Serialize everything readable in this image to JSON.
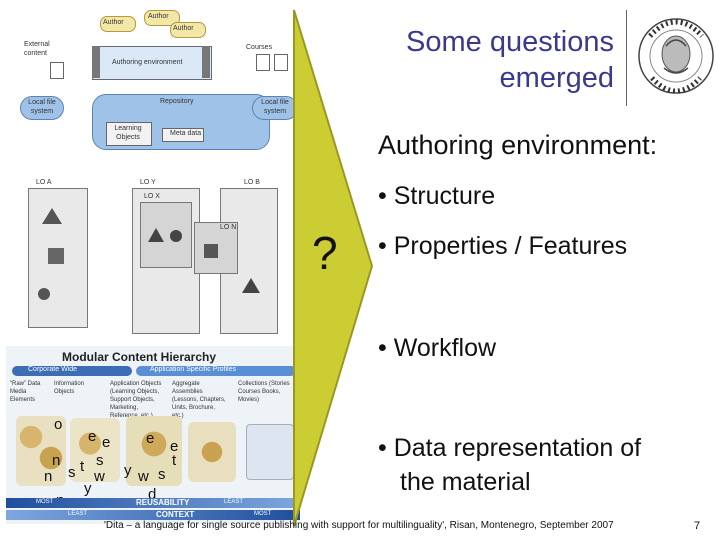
{
  "slide": {
    "title_line1": "Some questions",
    "title_line2": "emerged",
    "heading": "Authoring environment:",
    "question_mark": "?",
    "bullets": [
      "• Structure",
      "• Properties / Features",
      "• Workflow",
      "• Data representation of",
      "the material"
    ],
    "footer": "'Dita – a language for single source publishing with support for multilinguality', Risan, Montenegro, September 2007",
    "page_number": "7"
  },
  "diagram_top": {
    "author_labels": [
      "Author",
      "Author",
      "Author"
    ],
    "external_content": "External content",
    "courses": "Courses",
    "authoring_env": "Authoring environment",
    "local_file_left": "Local file system",
    "local_file_right": "Local file system",
    "repository": "Repository",
    "learning_objects": "Learning Objects",
    "meta_data": "Meta data"
  },
  "diagram_lo": {
    "labels": [
      "LO A",
      "LO Y",
      "LO B",
      "LO X",
      "LO N"
    ]
  },
  "diagram_hierarchy": {
    "title": "Modular Content Hierarchy",
    "bar_left": "Corporate Wide",
    "bar_right": "Application Specific Profiles",
    "columns": [
      "“Raw” Data Media Elements",
      "Information Objects",
      "Application Objects (Learning Objects, Support Objects, Marketing, Reference, etc.)",
      "Aggregate Assemblies (Lessons, Chapters, Units, Brochure, etc.)",
      "Collections (Stories Courses Books, Movies)"
    ],
    "bottom_left": "MOST",
    "bottom_center": "REUSABILITY",
    "bottom_right": "LEAST",
    "context_left": "LEAST",
    "context_center": "CONTEXT",
    "context_right": "MOST",
    "overlay_letters": [
      "o",
      "e",
      "e",
      "e",
      "e",
      "n",
      "t",
      "s",
      "t",
      "n",
      "s",
      "w",
      "y",
      "w",
      "s",
      "n",
      "y",
      "d"
    ]
  },
  "colors": {
    "title": "#3a3a8c",
    "arrow_fill": "#cccc33",
    "arrow_stroke": "#999922",
    "repo_blue": "#9fc3e8"
  }
}
